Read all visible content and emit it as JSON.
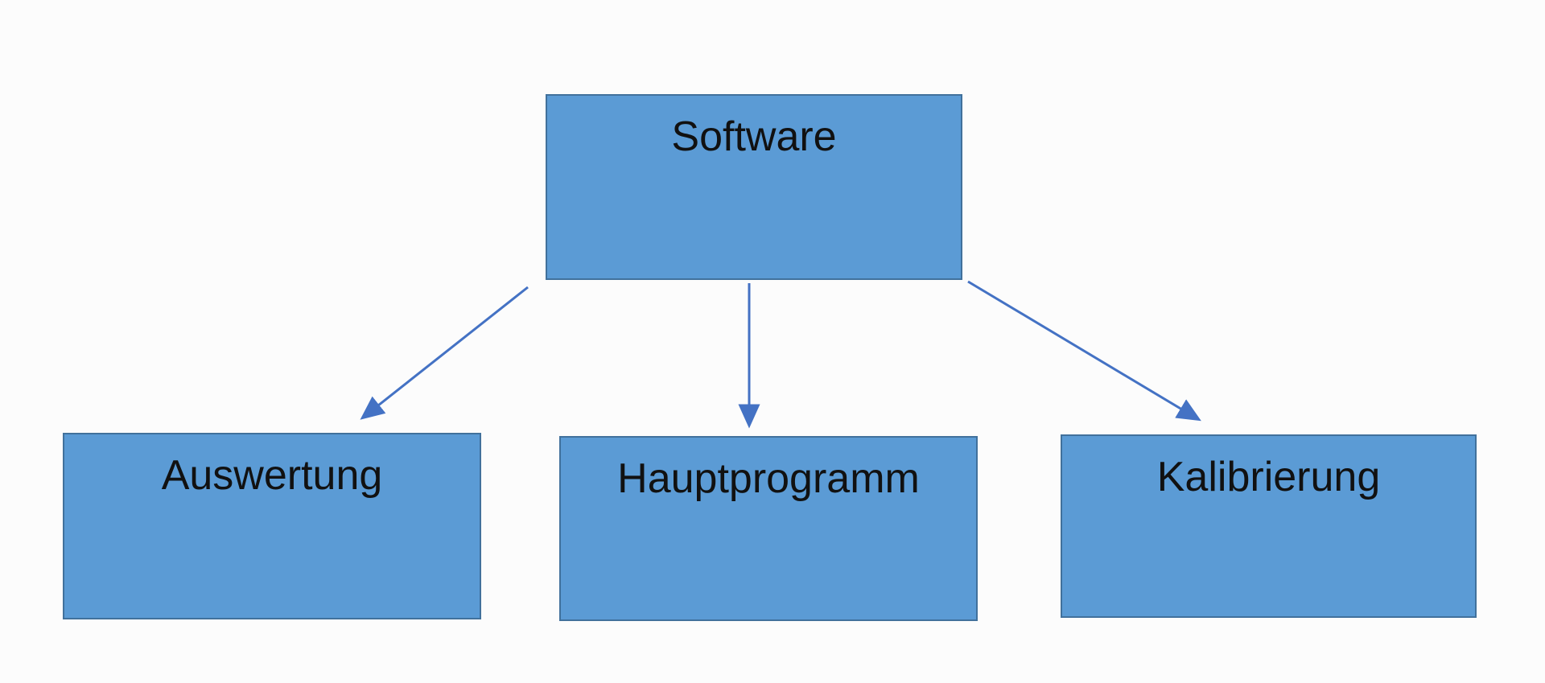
{
  "diagram": {
    "type": "flowchart",
    "nodes": {
      "software": {
        "label": "Software"
      },
      "auswertung": {
        "label": "Auswertung"
      },
      "hauptprogramm": {
        "label": "Hauptprogramm"
      },
      "kalibrierung": {
        "label": "Kalibrierung"
      }
    },
    "edges": [
      {
        "from": "software",
        "to": "auswertung",
        "style": "arrow"
      },
      {
        "from": "software",
        "to": "hauptprogramm",
        "style": "arrow"
      },
      {
        "from": "software",
        "to": "kalibrierung",
        "style": "arrow"
      }
    ],
    "colors": {
      "background": "#fcfcfc",
      "node_fill": "#5b9bd5",
      "node_border": "#41719c",
      "arrow": "#4472c4",
      "text": "#111111"
    }
  }
}
